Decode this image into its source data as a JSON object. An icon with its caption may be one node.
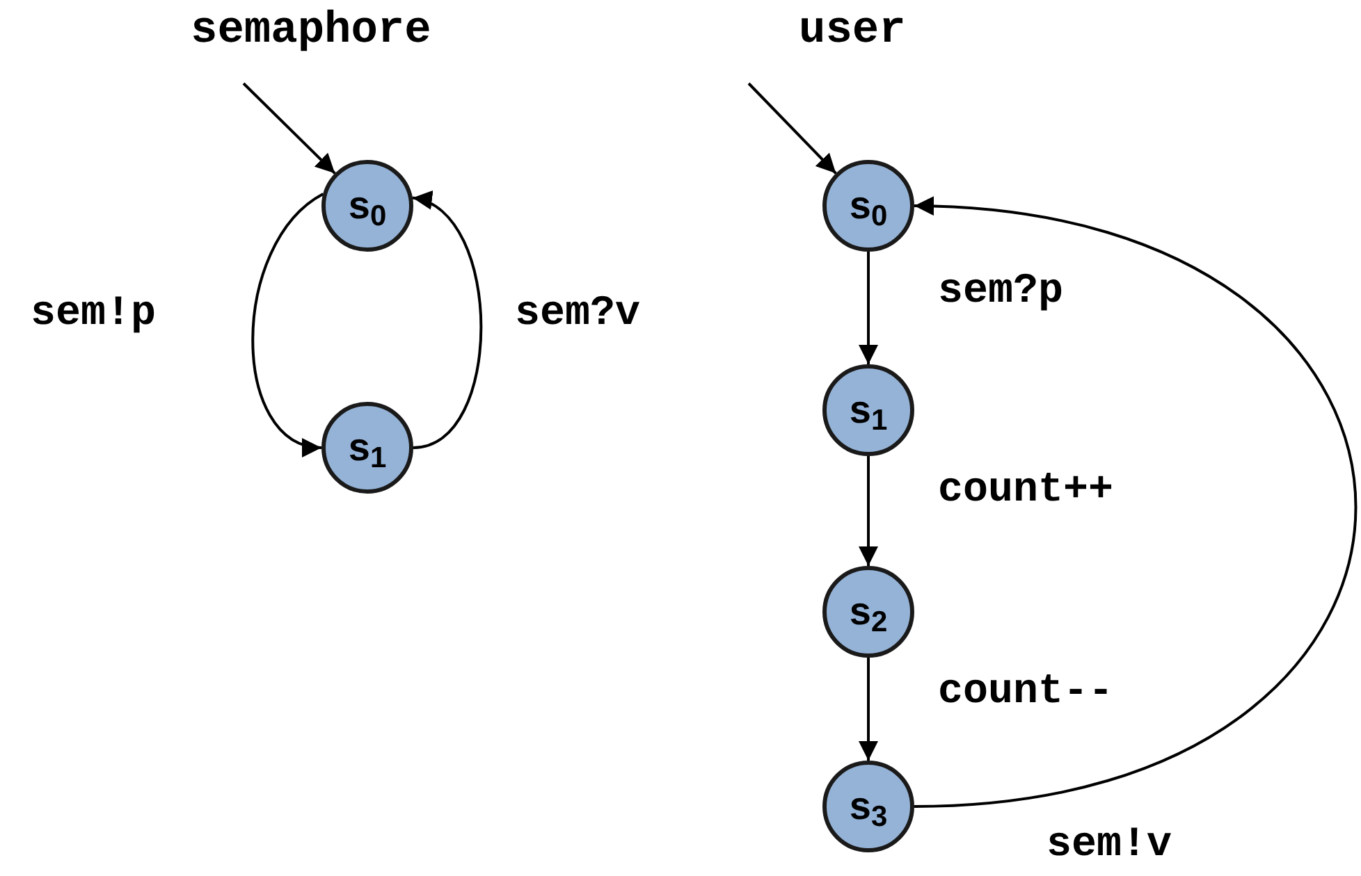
{
  "diagram": {
    "nodes": [
      {
        "text": [
          "s$_{0}$"
        ]
      },
      {
        "text": [
          "s$_{1}$"
        ]
      },
      {
        "text": [
          "s$_{0}$"
        ]
      },
      {
        "text": [
          "s$_{1}$"
        ]
      },
      {
        "text": [
          "s$_{2}$"
        ]
      },
      {
        "text": [
          "s$_{3}$"
        ]
      }
    ],
    "edges": [
      {
        "from": null,
        "to": 0,
        "arrow": "to"
      },
      {
        "from": 0,
        "to": 1,
        "arrow": "to",
        "label": "sem!p"
      },
      {
        "from": 1,
        "to": 0,
        "arrow": "to",
        "label": "sem?v"
      },
      {
        "from": null,
        "to": 2,
        "arrow": "to"
      },
      {
        "from": 2,
        "to": 3,
        "arrow": "to",
        "label": "sem?p"
      },
      {
        "from": 3,
        "to": 4,
        "arrow": "to",
        "label": "count++"
      },
      {
        "from": 4,
        "to": 5,
        "arrow": "to",
        "label": "count--"
      },
      {
        "from": 5,
        "to": 2,
        "arrow": "to",
        "label": "sem!v"
      }
    ],
    "labels": [
      "semaphore",
      "user"
    ]
  }
}
